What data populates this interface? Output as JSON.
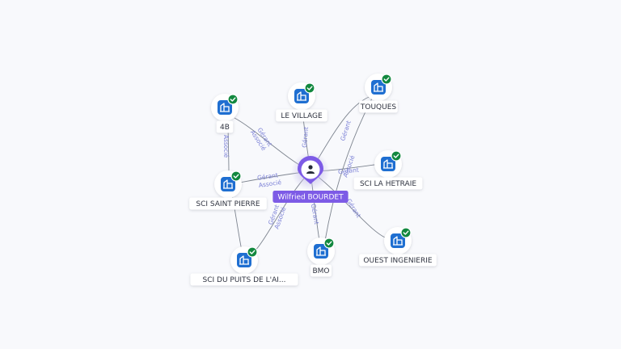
{
  "colors": {
    "edge": "#7d848f",
    "edge_label": "#7b80d6",
    "company_icon": "#1f6fd1",
    "verified_badge": "#12883f",
    "person_pin": "#7d5be6",
    "person_label_bg": "#7d5be6",
    "label_text": "#2f3340"
  },
  "person": {
    "name": "Wilfried BOURDET",
    "icon": "user-icon"
  },
  "companies": [
    {
      "id": "4b",
      "label": "4B",
      "icon": "building-icon",
      "verified": true
    },
    {
      "id": "le-village",
      "label": "LE VILLAGE",
      "icon": "building-icon",
      "verified": true
    },
    {
      "id": "touques",
      "label": "TOUQUES",
      "icon": "building-icon",
      "verified": true
    },
    {
      "id": "sci-la-hetraie",
      "label": "SCI LA HETRAIE",
      "icon": "building-icon",
      "verified": true
    },
    {
      "id": "ouest-ingenierie",
      "label": "OUEST INGENIERIE",
      "icon": "building-icon",
      "verified": true
    },
    {
      "id": "bmo",
      "label": "BMO",
      "icon": "building-icon",
      "verified": true
    },
    {
      "id": "sci-du-puits",
      "label": "SCI DU PUITS DE L'AI...",
      "icon": "building-icon",
      "verified": true
    },
    {
      "id": "sci-saint-pierre",
      "label": "SCI SAINT PIERRE",
      "icon": "building-icon",
      "verified": true
    }
  ],
  "edges": [
    {
      "from": "person",
      "to": "4b",
      "labels": [
        "Gérant",
        "Associé"
      ]
    },
    {
      "from": "person",
      "to": "le-village",
      "labels": [
        "Gérant"
      ]
    },
    {
      "from": "person",
      "to": "touques",
      "labels": [
        "Gérant"
      ]
    },
    {
      "from": "person",
      "to": "sci-la-hetraie",
      "labels": [
        "Gérant"
      ]
    },
    {
      "from": "person",
      "to": "ouest-ingenierie",
      "labels": [
        "Gérant"
      ]
    },
    {
      "from": "person",
      "to": "bmo",
      "labels": [
        "Gérant"
      ]
    },
    {
      "from": "person",
      "to": "sci-du-puits",
      "labels": [
        "Gérant",
        "Associé"
      ]
    },
    {
      "from": "person",
      "to": "sci-saint-pierre",
      "labels": [
        "Gérant",
        "Associé"
      ]
    },
    {
      "from": "4b",
      "to": "sci-saint-pierre",
      "labels": [
        "Associé"
      ]
    },
    {
      "from": "touques",
      "to": "bmo",
      "labels": [
        "Associé"
      ]
    },
    {
      "from": "sci-saint-pierre",
      "to": "sci-du-puits",
      "labels": []
    }
  ]
}
